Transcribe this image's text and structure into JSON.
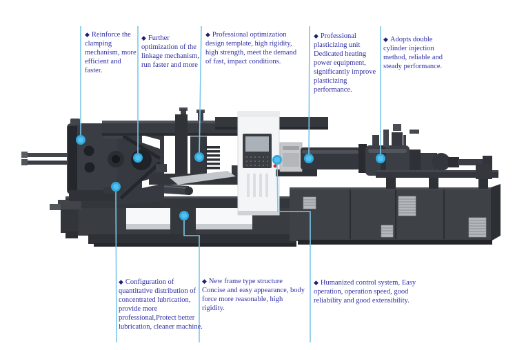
{
  "diagram": {
    "bullet": "◆",
    "colors": {
      "text": "#2e2ea4",
      "leader_line": "#7cc6ea",
      "dot": "#30abe2",
      "machine_dark": "#35393e",
      "machine_panel_white": "#f4f5f7",
      "red_button": "#d03030"
    }
  },
  "callouts": {
    "top": [
      {
        "id": "clamping",
        "text": "Reinforce the clamping mechanism, more efficient and faster."
      },
      {
        "id": "linkage",
        "text": "Further optimization of the linkage mechanism, run faster and more"
      },
      {
        "id": "template",
        "text": "Professional optimization design template, high rigidity, high strength, meet the demand of fast, impact conditions."
      },
      {
        "id": "plasticizing",
        "text": "Professional plasticizing unit Dedicated heating power equipment, significantly improve plasticizing performance."
      },
      {
        "id": "injection",
        "text": "Adopts double cylinder injection method, reliable and steady performance."
      }
    ],
    "bottom": [
      {
        "id": "lubrication",
        "text": "Configuration of quantitative distribution of concentrated lubrication, provide more professional,Protect better lubrication, cleaner machine."
      },
      {
        "id": "frame",
        "text": "New frame type structure Concise and easy appearance, body force more reasonable, high rigidity."
      },
      {
        "id": "control",
        "text": "Humanized control system, Easy operation, operation speed, good reliability and good extensibility."
      }
    ]
  }
}
